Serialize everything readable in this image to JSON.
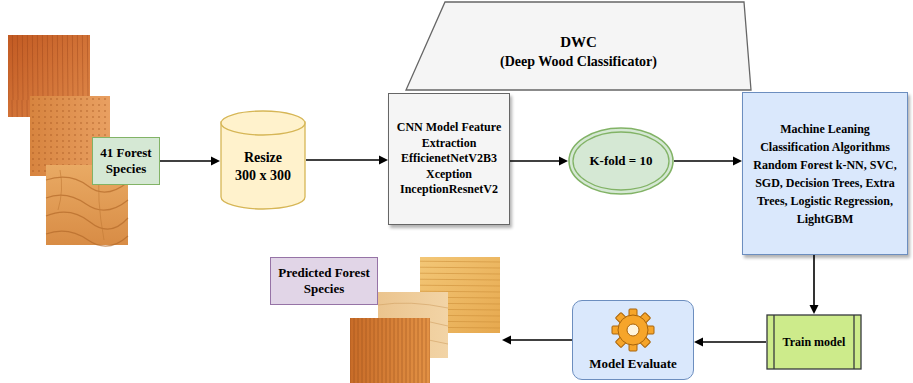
{
  "diagram": {
    "nodes": [
      {
        "text": [
          "41 Forest Species"
        ]
      },
      {
        "text": [
          "Resize",
          "300 x 300"
        ]
      },
      {
        "text": [
          "CNN Model Feature Extraction EfficienetNetV2B3 Xception InceptionResnetV2"
        ]
      },
      {
        "text": [
          "K-fold = 10"
        ]
      },
      {
        "text": [
          "DWC",
          "(Deep Wood Classificator)"
        ]
      },
      {
        "text": [
          "Machine Leaning Classification Algorithms Random Forest k-NN, SVC, SGD, Decision Trees, Extra Trees, Logistic Regression, LightGBM"
        ]
      },
      {
        "text": [
          "Train model"
        ]
      },
      {
        "text": [
          "Model Evaluate"
        ]
      },
      {
        "text": [
          "Predicted Forest Species"
        ]
      }
    ],
    "edges": [
      {
        "from": 0,
        "to": 1,
        "arrow": "to"
      },
      {
        "from": 1,
        "to": 2,
        "arrow": "to"
      },
      {
        "from": 2,
        "to": 3,
        "arrow": "to"
      },
      {
        "from": 3,
        "to": 5,
        "arrow": "to"
      },
      {
        "from": 5,
        "to": 6,
        "arrow": "to"
      },
      {
        "from": 6,
        "to": 7,
        "arrow": "to"
      },
      {
        "from": 7,
        "to": 8,
        "arrow": "to"
      }
    ]
  }
}
